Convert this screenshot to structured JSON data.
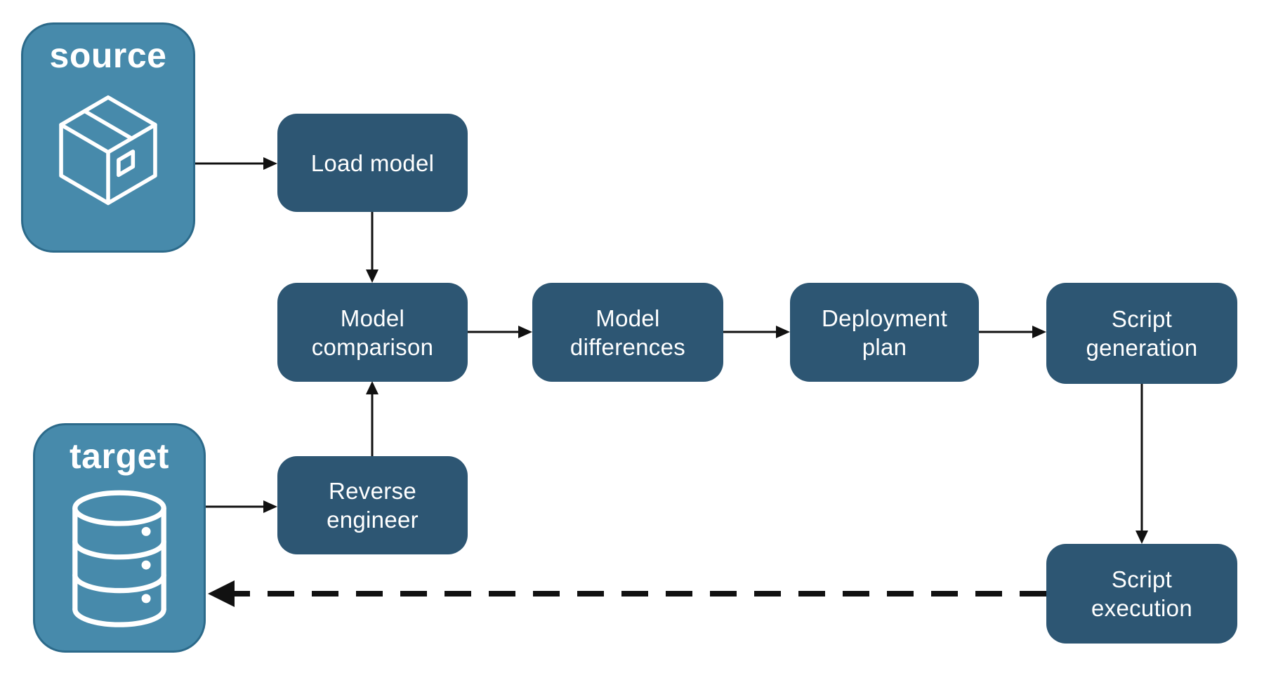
{
  "diagram": {
    "background_color": "#ffffff",
    "colors": {
      "entity_fill": "#478aab",
      "entity_border": "#2c6a8a",
      "process_fill": "#2d5673",
      "text": "#ffffff",
      "arrow": "#111111"
    },
    "entities": {
      "source": {
        "label": "source",
        "icon": "package-icon"
      },
      "target": {
        "label": "target",
        "icon": "database-icon"
      }
    },
    "processes": {
      "load_model": {
        "lines": [
          "Load model"
        ]
      },
      "model_comparison": {
        "lines": [
          "Model",
          "comparison"
        ]
      },
      "model_differences": {
        "lines": [
          "Model",
          "differences"
        ]
      },
      "deployment_plan": {
        "lines": [
          "Deployment",
          "plan"
        ]
      },
      "script_generation": {
        "lines": [
          "Script",
          "generation"
        ]
      },
      "reverse_engineer": {
        "lines": [
          "Reverse",
          "engineer"
        ]
      },
      "script_execution": {
        "lines": [
          "Script",
          "execution"
        ]
      }
    },
    "edges": [
      {
        "from": "source",
        "to": "load_model",
        "style": "solid"
      },
      {
        "from": "load_model",
        "to": "model_comparison",
        "style": "solid"
      },
      {
        "from": "model_comparison",
        "to": "model_differences",
        "style": "solid"
      },
      {
        "from": "model_differences",
        "to": "deployment_plan",
        "style": "solid"
      },
      {
        "from": "deployment_plan",
        "to": "script_generation",
        "style": "solid"
      },
      {
        "from": "target",
        "to": "reverse_engineer",
        "style": "solid"
      },
      {
        "from": "reverse_engineer",
        "to": "model_comparison",
        "style": "solid"
      },
      {
        "from": "script_generation",
        "to": "script_execution",
        "style": "solid"
      },
      {
        "from": "script_execution",
        "to": "target",
        "style": "dashed"
      }
    ]
  }
}
